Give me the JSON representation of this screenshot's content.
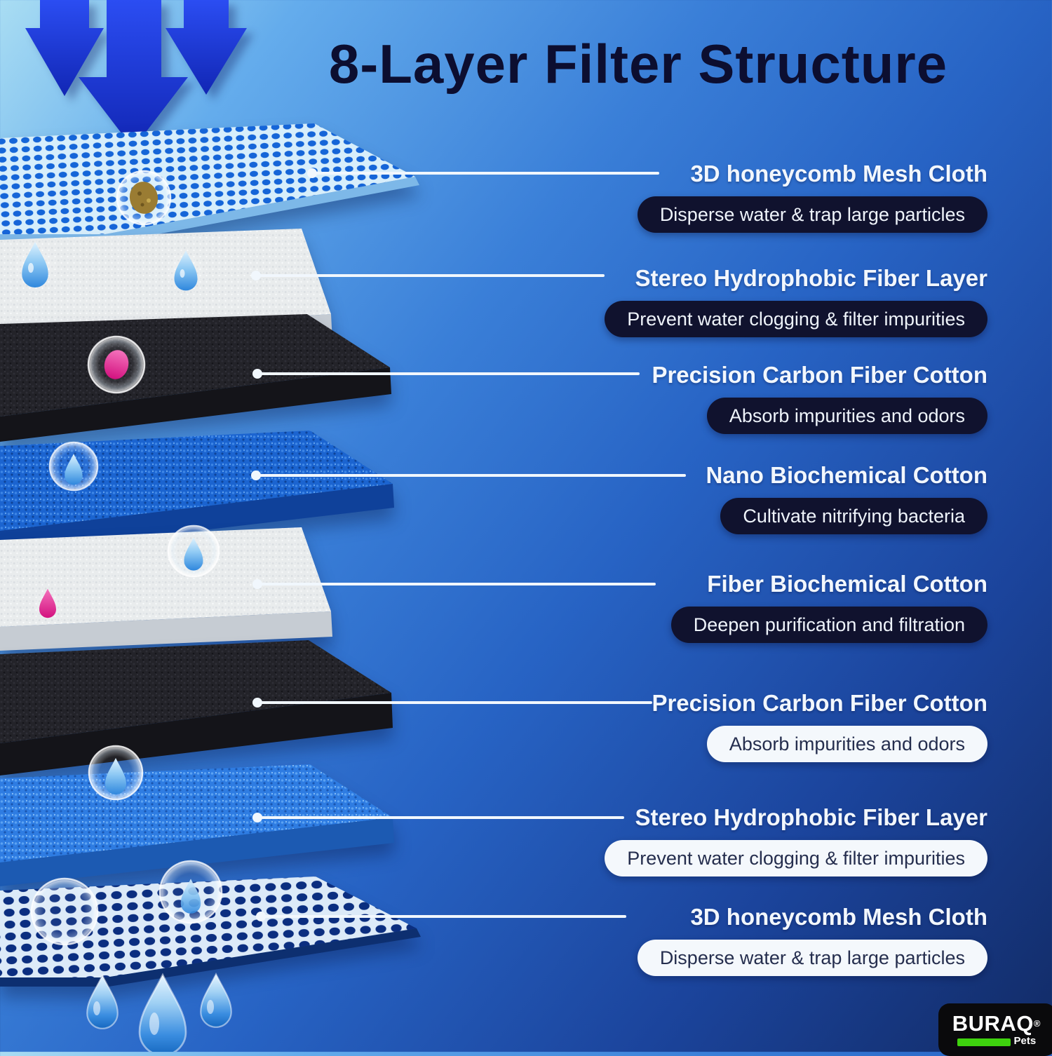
{
  "title": "8-Layer Filter Structure",
  "callouts": [
    {
      "name": "3D honeycomb Mesh Cloth",
      "desc": "Disperse water & trap large particles",
      "pill_style": "dark",
      "material": "blue-honeycomb-mesh"
    },
    {
      "name": "Stereo Hydrophobic Fiber Layer",
      "desc": "Prevent water clogging & filter impurities",
      "pill_style": "dark",
      "material": "white-fiber-foam"
    },
    {
      "name": "Precision Carbon Fiber Cotton",
      "desc": "Absorb impurities and odors",
      "pill_style": "dark",
      "material": "black-carbon-foam"
    },
    {
      "name": "Nano Biochemical Cotton",
      "desc": "Cultivate nitrifying bacteria",
      "pill_style": "dark",
      "material": "blue-cotton-foam"
    },
    {
      "name": "Fiber Biochemical Cotton",
      "desc": "Deepen purification and filtration",
      "pill_style": "dark",
      "material": "white-fiber-foam"
    },
    {
      "name": "Precision Carbon Fiber Cotton",
      "desc": "Absorb impurities and odors",
      "pill_style": "light",
      "material": "black-carbon-foam"
    },
    {
      "name": "Stereo Hydrophobic Fiber Layer",
      "desc": "Prevent water clogging & filter impurities",
      "pill_style": "light",
      "material": "blue-cotton-foam"
    },
    {
      "name": "3D honeycomb Mesh Cloth",
      "desc": "Disperse water & trap large particles",
      "pill_style": "light",
      "material": "blue-honeycomb-mesh"
    }
  ],
  "brand": {
    "name": "BURAQ",
    "registered": "®",
    "sub": "Pets"
  },
  "icons": {
    "flow": "triple-down-arrows-icon",
    "droplet": "water-drop-icon",
    "bubble": "bubble-icon",
    "connector": "line-with-dot"
  },
  "colors": {
    "background_top_left": "#a9ddf3",
    "background_bottom_right": "#122b66",
    "arrow_blue": "#2b4df2",
    "title_text": "#0c0e30",
    "label_text": "#f2f7fd",
    "dark_pill_bg": "#10122e",
    "light_pill_bg": "#f4f8fc",
    "light_pill_text": "#252e4e",
    "logo_bg": "#0a0a0c",
    "logo_green": "#3ed20e"
  }
}
